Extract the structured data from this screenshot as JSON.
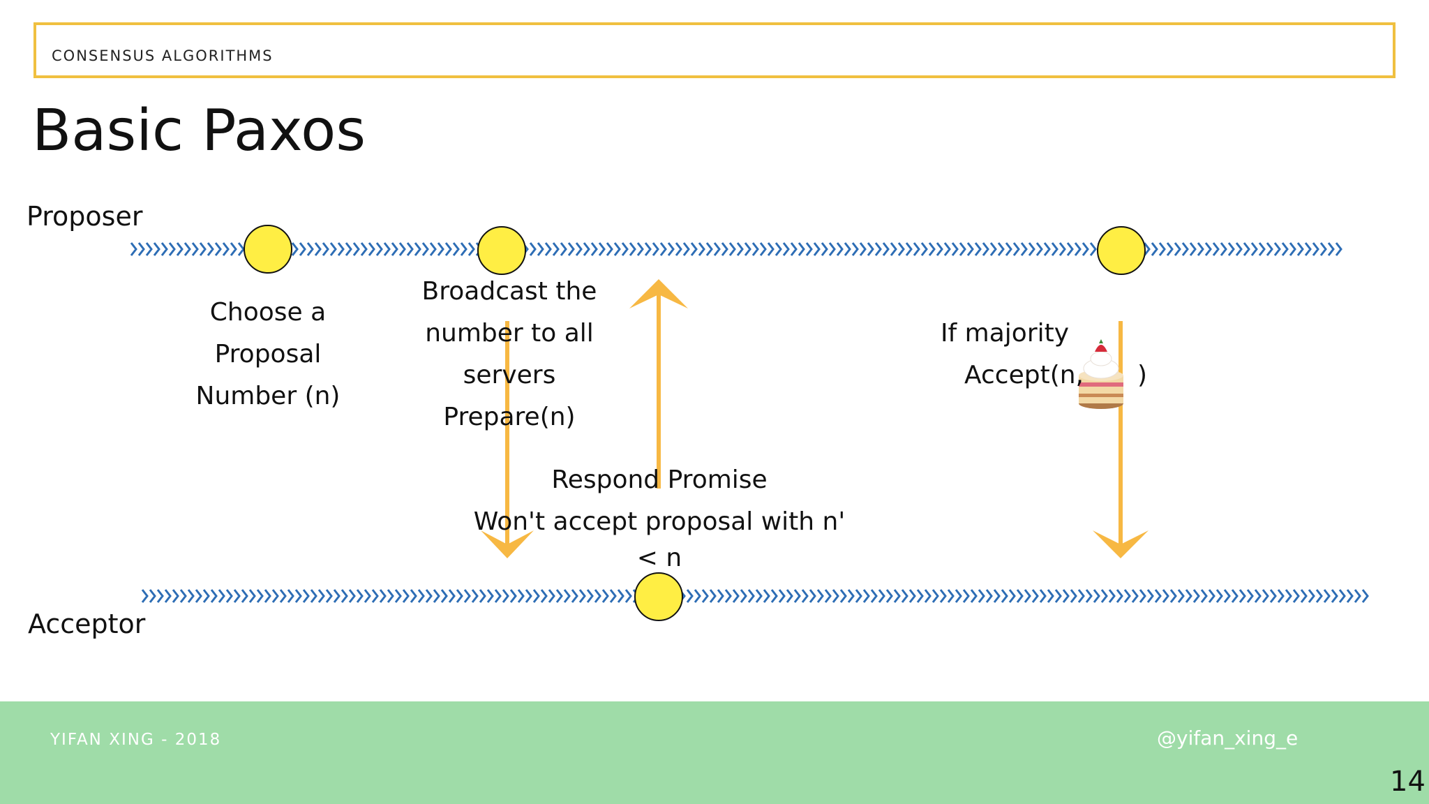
{
  "header": {
    "section_label": "CONSENSUS ALGORITHMS"
  },
  "title": "Basic Paxos",
  "lanes": {
    "proposer_label": "Proposer",
    "acceptor_label": "Acceptor"
  },
  "steps": {
    "choose": {
      "lines": [
        "Choose a",
        "Proposal",
        "Number (n)"
      ]
    },
    "broadcast": {
      "lines": [
        "Broadcast the",
        "number to all",
        "servers",
        "Prepare(n)"
      ]
    },
    "promise": {
      "lines": [
        "Respond Promise",
        "Won't accept proposal with n'",
        "< n"
      ]
    },
    "majority": {
      "line1": "If majority",
      "line2_prefix": "Accept(n,",
      "line2_suffix": ")",
      "value_icon": "cake-icon"
    }
  },
  "colors": {
    "header_border": "#f0c040",
    "node_fill": "#ffee44",
    "arrow": "#f7b843",
    "lane": "#2d6db5",
    "footer_bg": "#9fdca8"
  },
  "footer": {
    "author_year": "YIFAN XING - 2018",
    "handle": "@yifan_xing_e",
    "page_number": "14"
  }
}
